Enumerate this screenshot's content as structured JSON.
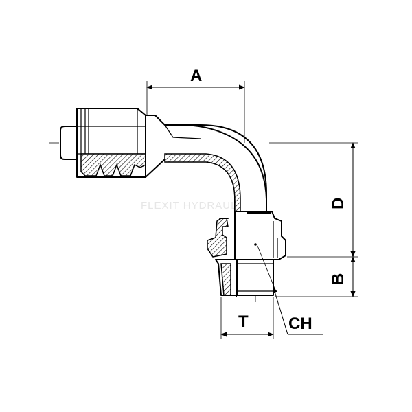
{
  "labels": {
    "A": "A",
    "D": "D",
    "B": "B",
    "T": "T",
    "CH": "CH"
  },
  "watermark": "FLEXIT HYDRAULIC",
  "colors": {
    "line": "#000000",
    "background": "#ffffff",
    "watermark": "#e6e6e6"
  }
}
